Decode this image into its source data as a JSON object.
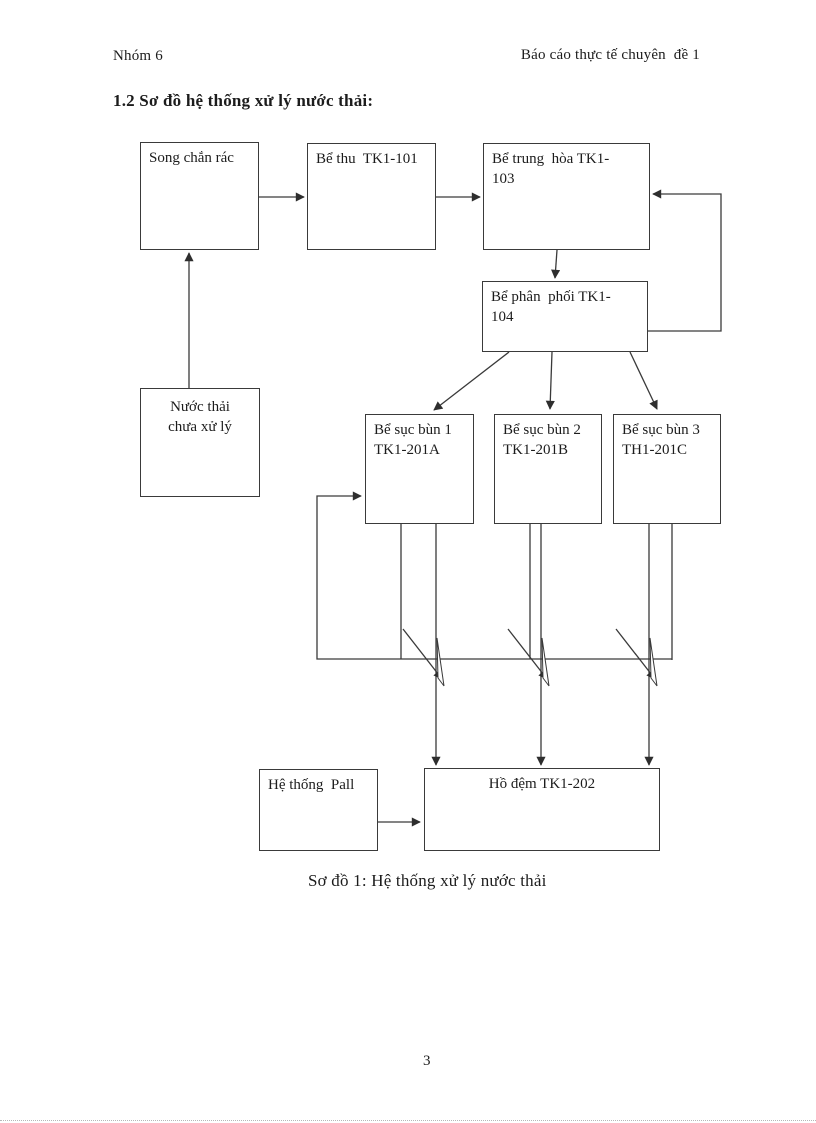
{
  "page": {
    "header_left": "Nhóm 6",
    "header_right": "Báo cáo thực tế chuyên  đề 1",
    "title": "1.2 Sơ đồ hệ thống xử lý nước thải:",
    "caption": "Sơ đồ 1: Hệ thống xử lý nước thải",
    "page_number": "3"
  },
  "diagram": {
    "boxes": {
      "song_chan_rac": "Song chắn rác",
      "be_thu": "Bể thu  TK1-101",
      "be_trung_hoa": "Bể trung  hòa TK1-\n103",
      "be_phan_phoi": "Bể phân  phối TK1-\n104",
      "nuoc_thai": "Nước thải\nchưa xử lý",
      "be_suc_bun_1": "Bể sục bùn 1\nTK1-201A",
      "be_suc_bun_2": "Bể sục bùn 2\nTK1-201B",
      "be_suc_bun_3": "Bể sục bùn 3\nTH1-201C",
      "he_thong_pall": "Hệ thống  Pall",
      "ho_dem": "Hồ đệm TK1-202"
    },
    "colors": {
      "line": "#3a3a3a",
      "text": "#1c1c1c",
      "background": "#ffffff"
    }
  }
}
